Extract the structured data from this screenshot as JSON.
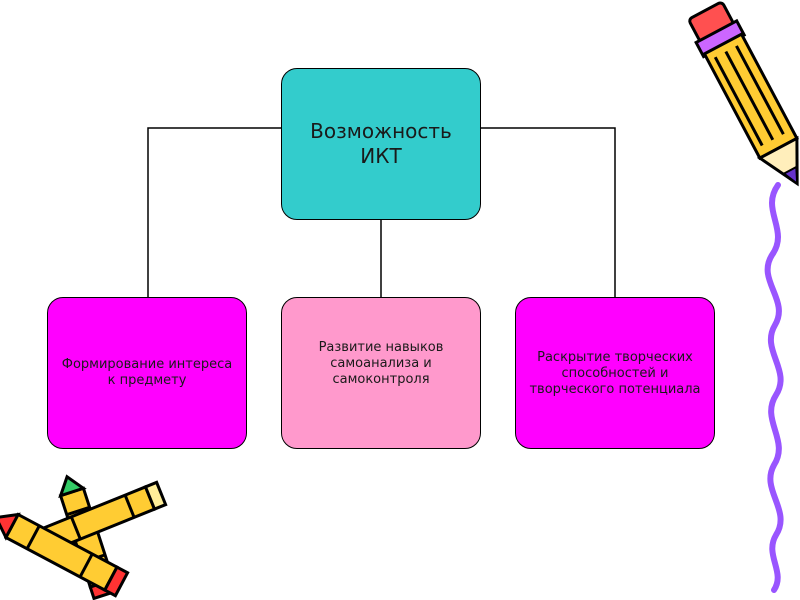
{
  "diagram": {
    "root": {
      "text": "Возможность\nИКТ",
      "color": "#33cccc"
    },
    "children": [
      {
        "text": "Формирование интереса\nк предмету",
        "color": "#ff00ff"
      },
      {
        "text": "Развитие навыков\nсамоанализа и\nсамоконтроля",
        "color": "#ff99cc"
      },
      {
        "text": "Раскрытие творческих\nспособностей и\nтворческого потенциала",
        "color": "#ff00ff"
      }
    ]
  },
  "decorations": {
    "top_right": "pencil-icon",
    "right_edge": "squiggle-line",
    "bottom_left": "crayons-icon"
  }
}
